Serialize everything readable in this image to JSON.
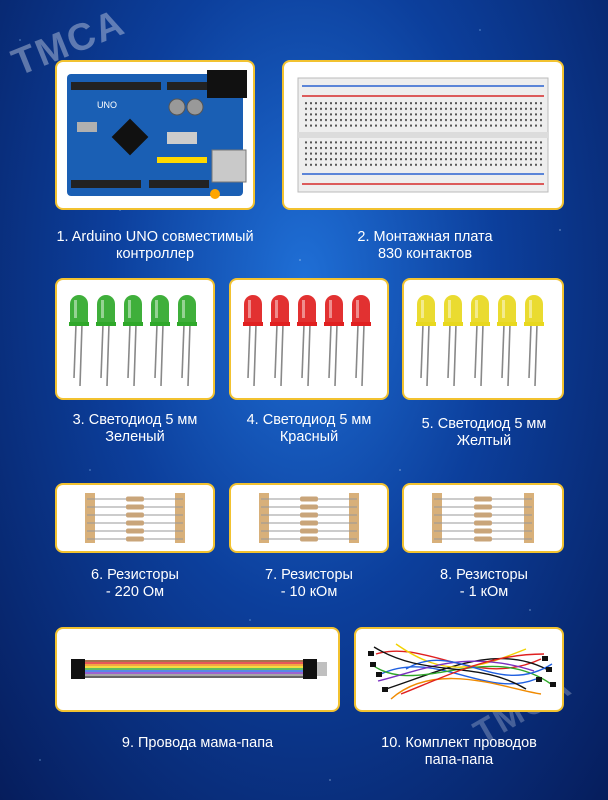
{
  "watermark": "TMCA",
  "items": [
    {
      "caption_line1": "1. Arduino UNO совместимый",
      "caption_line2": "контроллер",
      "icon": "arduino-board"
    },
    {
      "caption_line1": "2. Монтажная плата",
      "caption_line2": "830 контактов",
      "icon": "breadboard"
    },
    {
      "caption_line1": "3. Светодиод 5 мм",
      "caption_line2": "Зеленый",
      "icon": "led",
      "color": "#2fa82a"
    },
    {
      "caption_line1": "4. Светодиод 5 мм",
      "caption_line2": "Красный",
      "icon": "led",
      "color": "#e02020"
    },
    {
      "caption_line1": "5. Светодиод 5 мм",
      "caption_line2": "Желтый",
      "icon": "led",
      "color": "#e8d81e"
    },
    {
      "caption_line1": "6. Резисторы",
      "caption_line2": "- 220 Ом",
      "icon": "resistor-strip"
    },
    {
      "caption_line1": "7. Резисторы",
      "caption_line2": "- 10 кОм",
      "icon": "resistor-strip"
    },
    {
      "caption_line1": "8. Резисторы",
      "caption_line2": "- 1 кОм",
      "icon": "resistor-strip"
    },
    {
      "caption_line1": "9. Провода мама-папа",
      "caption_line2": "",
      "icon": "ribbon-cable"
    },
    {
      "caption_line1": "10. Комплект проводов",
      "caption_line2": "папа-папа",
      "icon": "jumper-wires"
    }
  ],
  "colors": {
    "card_border": "#f2c230",
    "background": "#0c3f9c",
    "board": "#1a5fb4"
  }
}
